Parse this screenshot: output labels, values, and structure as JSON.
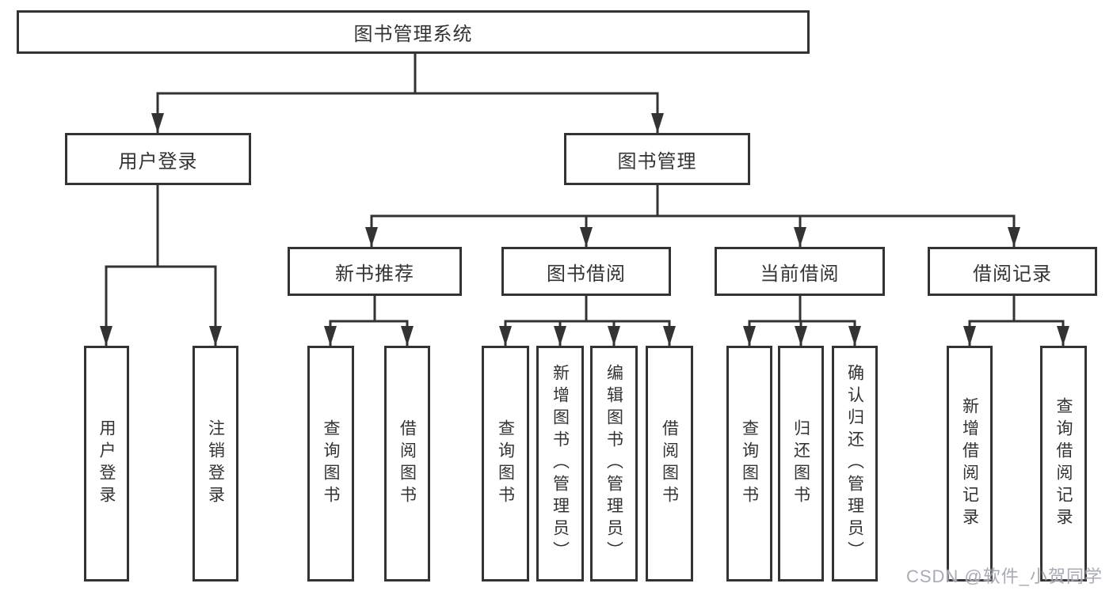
{
  "diagram_title": "图书管理系统",
  "colors": {
    "line": "#333333",
    "box_border": "#333333",
    "text": "#333333",
    "background": "#ffffff",
    "watermark": "#9ea2a8"
  },
  "nodes": {
    "root": "图书管理系统",
    "l2": [
      "用户登录",
      "图书管理"
    ],
    "l3": [
      "新书推荐",
      "图书借阅",
      "当前借阅",
      "借阅记录"
    ],
    "leaves_user": [
      "用户登录",
      "注销登录"
    ],
    "leaves_recommend": [
      "查询图书",
      "借阅图书"
    ],
    "leaves_borrow": [
      "查询图书",
      "新增图书（管理员）",
      "编辑图书（管理员）",
      "借阅图书"
    ],
    "leaves_current": [
      "查询图书",
      "归还图书",
      "确认归还（管理员）"
    ],
    "leaves_record": [
      "新增借阅记录",
      "查询借阅记录"
    ]
  },
  "watermark": {
    "text": "CSDN @软件_小贺同学"
  }
}
